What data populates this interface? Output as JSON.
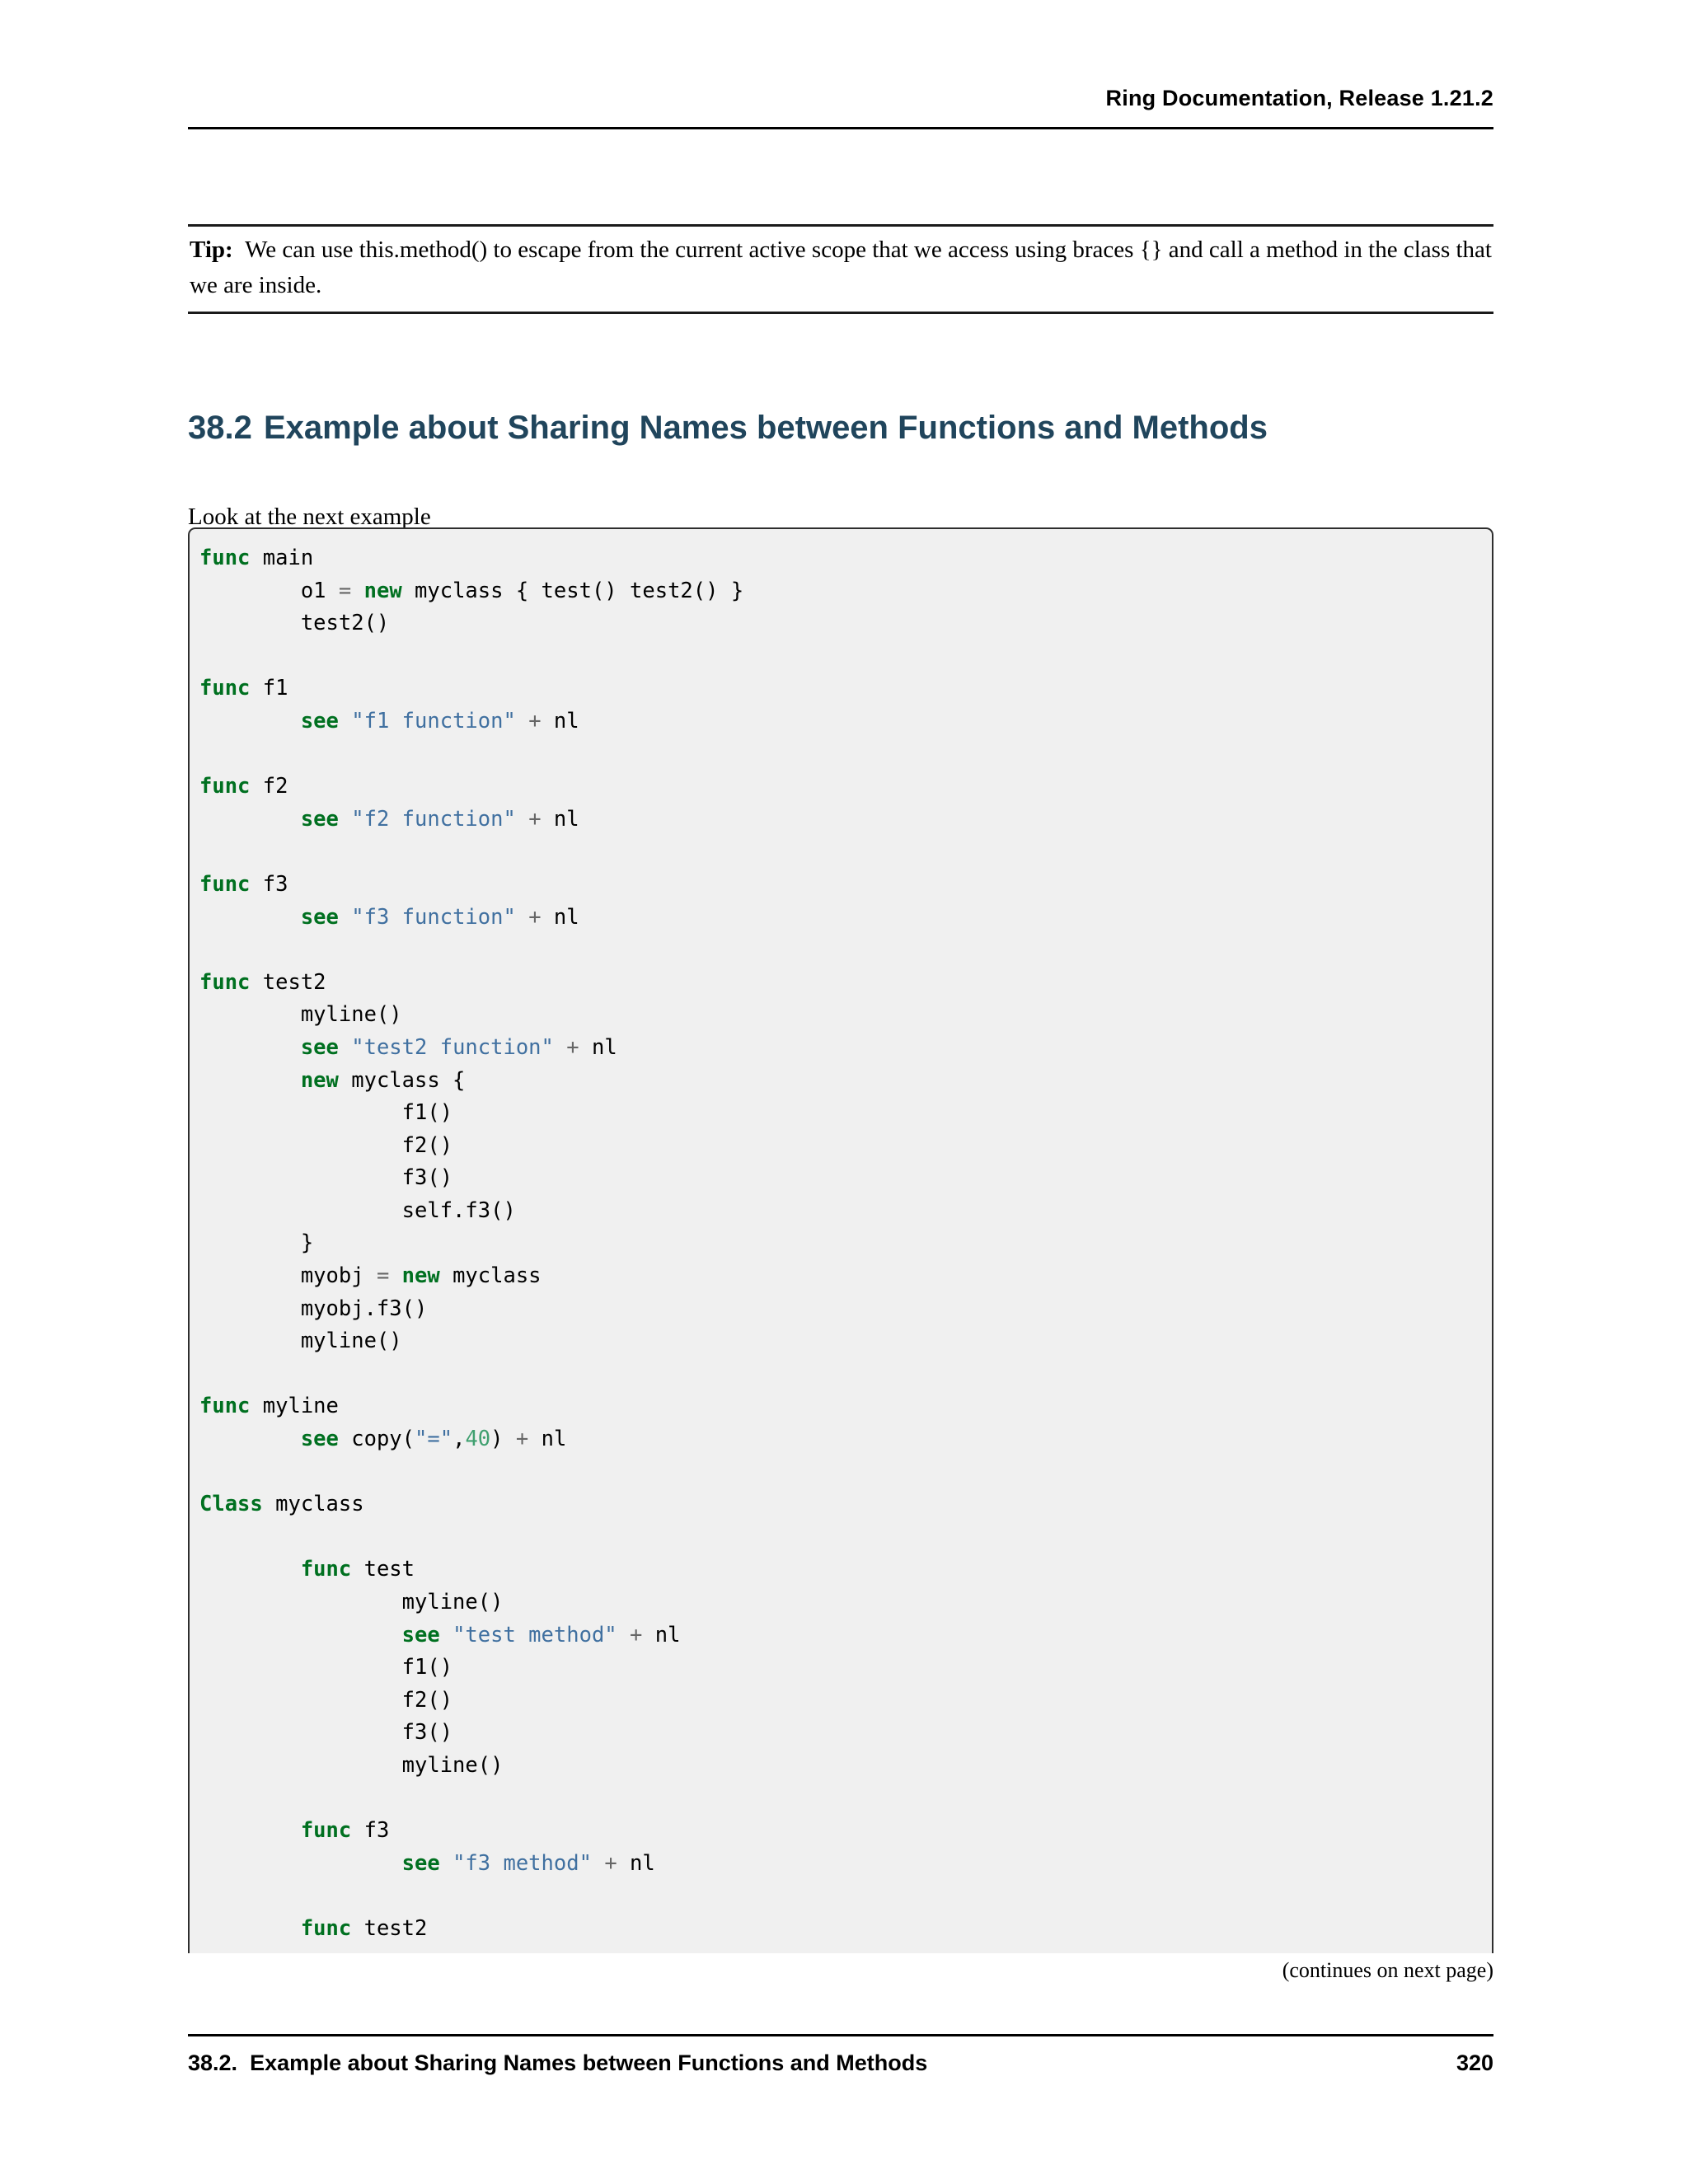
{
  "header": {
    "title": "Ring Documentation, Release 1.21.2"
  },
  "tip": {
    "label": "Tip:",
    "text": "We can use this.method() to escape from the current active scope that we access using braces {} and call a method in the class that we are inside."
  },
  "section": {
    "number": "38.2",
    "title": "Example about Sharing Names between Functions and Methods"
  },
  "intro": {
    "text": "Look at the next example"
  },
  "code": {
    "language": "ring",
    "lines": [
      [
        {
          "t": "func",
          "c": "k"
        },
        {
          "t": " main",
          "c": "n"
        }
      ],
      [
        {
          "t": "        o1 ",
          "c": "n"
        },
        {
          "t": "=",
          "c": "o"
        },
        {
          "t": " ",
          "c": "n"
        },
        {
          "t": "new",
          "c": "k"
        },
        {
          "t": " myclass { test() test2() }",
          "c": "n"
        }
      ],
      [
        {
          "t": "        test2()",
          "c": "n"
        }
      ],
      [],
      [
        {
          "t": "func",
          "c": "k"
        },
        {
          "t": " f1",
          "c": "n"
        }
      ],
      [
        {
          "t": "        ",
          "c": "n"
        },
        {
          "t": "see",
          "c": "k"
        },
        {
          "t": " ",
          "c": "n"
        },
        {
          "t": "\"f1 function\"",
          "c": "s"
        },
        {
          "t": " ",
          "c": "n"
        },
        {
          "t": "+",
          "c": "o"
        },
        {
          "t": " nl",
          "c": "n"
        }
      ],
      [],
      [
        {
          "t": "func",
          "c": "k"
        },
        {
          "t": " f2",
          "c": "n"
        }
      ],
      [
        {
          "t": "        ",
          "c": "n"
        },
        {
          "t": "see",
          "c": "k"
        },
        {
          "t": " ",
          "c": "n"
        },
        {
          "t": "\"f2 function\"",
          "c": "s"
        },
        {
          "t": " ",
          "c": "n"
        },
        {
          "t": "+",
          "c": "o"
        },
        {
          "t": " nl",
          "c": "n"
        }
      ],
      [],
      [
        {
          "t": "func",
          "c": "k"
        },
        {
          "t": " f3",
          "c": "n"
        }
      ],
      [
        {
          "t": "        ",
          "c": "n"
        },
        {
          "t": "see",
          "c": "k"
        },
        {
          "t": " ",
          "c": "n"
        },
        {
          "t": "\"f3 function\"",
          "c": "s"
        },
        {
          "t": " ",
          "c": "n"
        },
        {
          "t": "+",
          "c": "o"
        },
        {
          "t": " nl",
          "c": "n"
        }
      ],
      [],
      [
        {
          "t": "func",
          "c": "k"
        },
        {
          "t": " test2",
          "c": "n"
        }
      ],
      [
        {
          "t": "        myline()",
          "c": "n"
        }
      ],
      [
        {
          "t": "        ",
          "c": "n"
        },
        {
          "t": "see",
          "c": "k"
        },
        {
          "t": " ",
          "c": "n"
        },
        {
          "t": "\"test2 function\"",
          "c": "s"
        },
        {
          "t": " ",
          "c": "n"
        },
        {
          "t": "+",
          "c": "o"
        },
        {
          "t": " nl",
          "c": "n"
        }
      ],
      [
        {
          "t": "        ",
          "c": "n"
        },
        {
          "t": "new",
          "c": "k"
        },
        {
          "t": " myclass {",
          "c": "n"
        }
      ],
      [
        {
          "t": "                f1()",
          "c": "n"
        }
      ],
      [
        {
          "t": "                f2()",
          "c": "n"
        }
      ],
      [
        {
          "t": "                f3()",
          "c": "n"
        }
      ],
      [
        {
          "t": "                self.f3()",
          "c": "n"
        }
      ],
      [
        {
          "t": "        }",
          "c": "n"
        }
      ],
      [
        {
          "t": "        myobj ",
          "c": "n"
        },
        {
          "t": "=",
          "c": "o"
        },
        {
          "t": " ",
          "c": "n"
        },
        {
          "t": "new",
          "c": "k"
        },
        {
          "t": " myclass",
          "c": "n"
        }
      ],
      [
        {
          "t": "        myobj.f3()",
          "c": "n"
        }
      ],
      [
        {
          "t": "        myline()",
          "c": "n"
        }
      ],
      [],
      [
        {
          "t": "func",
          "c": "k"
        },
        {
          "t": " myline",
          "c": "n"
        }
      ],
      [
        {
          "t": "        ",
          "c": "n"
        },
        {
          "t": "see",
          "c": "k"
        },
        {
          "t": " copy(",
          "c": "n"
        },
        {
          "t": "\"=\"",
          "c": "s"
        },
        {
          "t": ",",
          "c": "n"
        },
        {
          "t": "40",
          "c": "m"
        },
        {
          "t": ") ",
          "c": "n"
        },
        {
          "t": "+",
          "c": "o"
        },
        {
          "t": " nl",
          "c": "n"
        }
      ],
      [],
      [
        {
          "t": "Class",
          "c": "k"
        },
        {
          "t": " myclass",
          "c": "n"
        }
      ],
      [],
      [
        {
          "t": "        ",
          "c": "n"
        },
        {
          "t": "func",
          "c": "k"
        },
        {
          "t": " test",
          "c": "n"
        }
      ],
      [
        {
          "t": "                myline()",
          "c": "n"
        }
      ],
      [
        {
          "t": "                ",
          "c": "n"
        },
        {
          "t": "see",
          "c": "k"
        },
        {
          "t": " ",
          "c": "n"
        },
        {
          "t": "\"test method\"",
          "c": "s"
        },
        {
          "t": " ",
          "c": "n"
        },
        {
          "t": "+",
          "c": "o"
        },
        {
          "t": " nl",
          "c": "n"
        }
      ],
      [
        {
          "t": "                f1()",
          "c": "n"
        }
      ],
      [
        {
          "t": "                f2()",
          "c": "n"
        }
      ],
      [
        {
          "t": "                f3()",
          "c": "n"
        }
      ],
      [
        {
          "t": "                myline()",
          "c": "n"
        }
      ],
      [],
      [
        {
          "t": "        ",
          "c": "n"
        },
        {
          "t": "func",
          "c": "k"
        },
        {
          "t": " f3",
          "c": "n"
        }
      ],
      [
        {
          "t": "                ",
          "c": "n"
        },
        {
          "t": "see",
          "c": "k"
        },
        {
          "t": " ",
          "c": "n"
        },
        {
          "t": "\"f3 method\"",
          "c": "s"
        },
        {
          "t": " ",
          "c": "n"
        },
        {
          "t": "+",
          "c": "o"
        },
        {
          "t": " nl",
          "c": "n"
        }
      ],
      [],
      [
        {
          "t": "        ",
          "c": "n"
        },
        {
          "t": "func",
          "c": "k"
        },
        {
          "t": " test2",
          "c": "n"
        }
      ]
    ]
  },
  "continues": {
    "text": "(continues on next page)"
  },
  "footer": {
    "section_number": "38.2.",
    "section_title": "Example about Sharing Names between Functions and Methods",
    "page_number": "320"
  },
  "colors": {
    "heading": "#20455c",
    "keyword": "#007020",
    "string": "#4070a0",
    "number": "#40a070",
    "operator": "#666666",
    "code_background": "#f0f0f0",
    "code_border": "#2e2e2e"
  }
}
